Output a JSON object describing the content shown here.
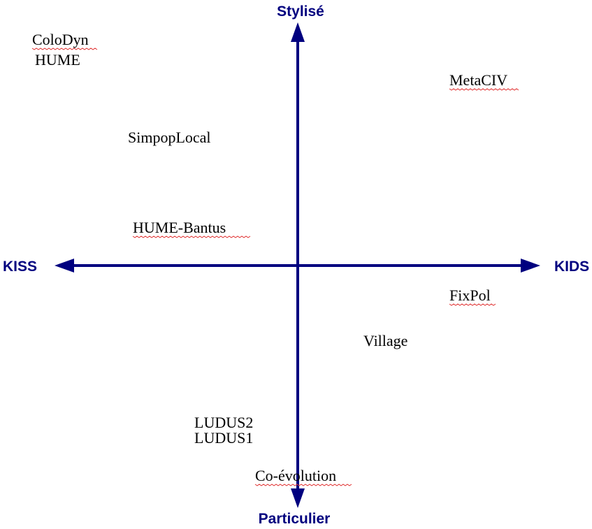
{
  "axes": {
    "top": "Stylisé",
    "bottom": "Particulier",
    "left": "KISS",
    "right": "KIDS",
    "color": "#00007f"
  },
  "spellcheck_color": "#e03030",
  "items": [
    {
      "label": "ColoDyn",
      "spellcheck": true
    },
    {
      "label": "HUME",
      "spellcheck": false
    },
    {
      "label": "MetaCIV",
      "spellcheck": true
    },
    {
      "label": "SimpopLocal",
      "spellcheck": false
    },
    {
      "label": "HUME-Bantus",
      "spellcheck": true
    },
    {
      "label": "FixPol",
      "spellcheck": true
    },
    {
      "label": "Village",
      "spellcheck": false
    },
    {
      "label": "LUDUS2",
      "spellcheck": false
    },
    {
      "label": "LUDUS1",
      "spellcheck": false
    },
    {
      "label": "Co-évolution",
      "spellcheck": true
    }
  ]
}
